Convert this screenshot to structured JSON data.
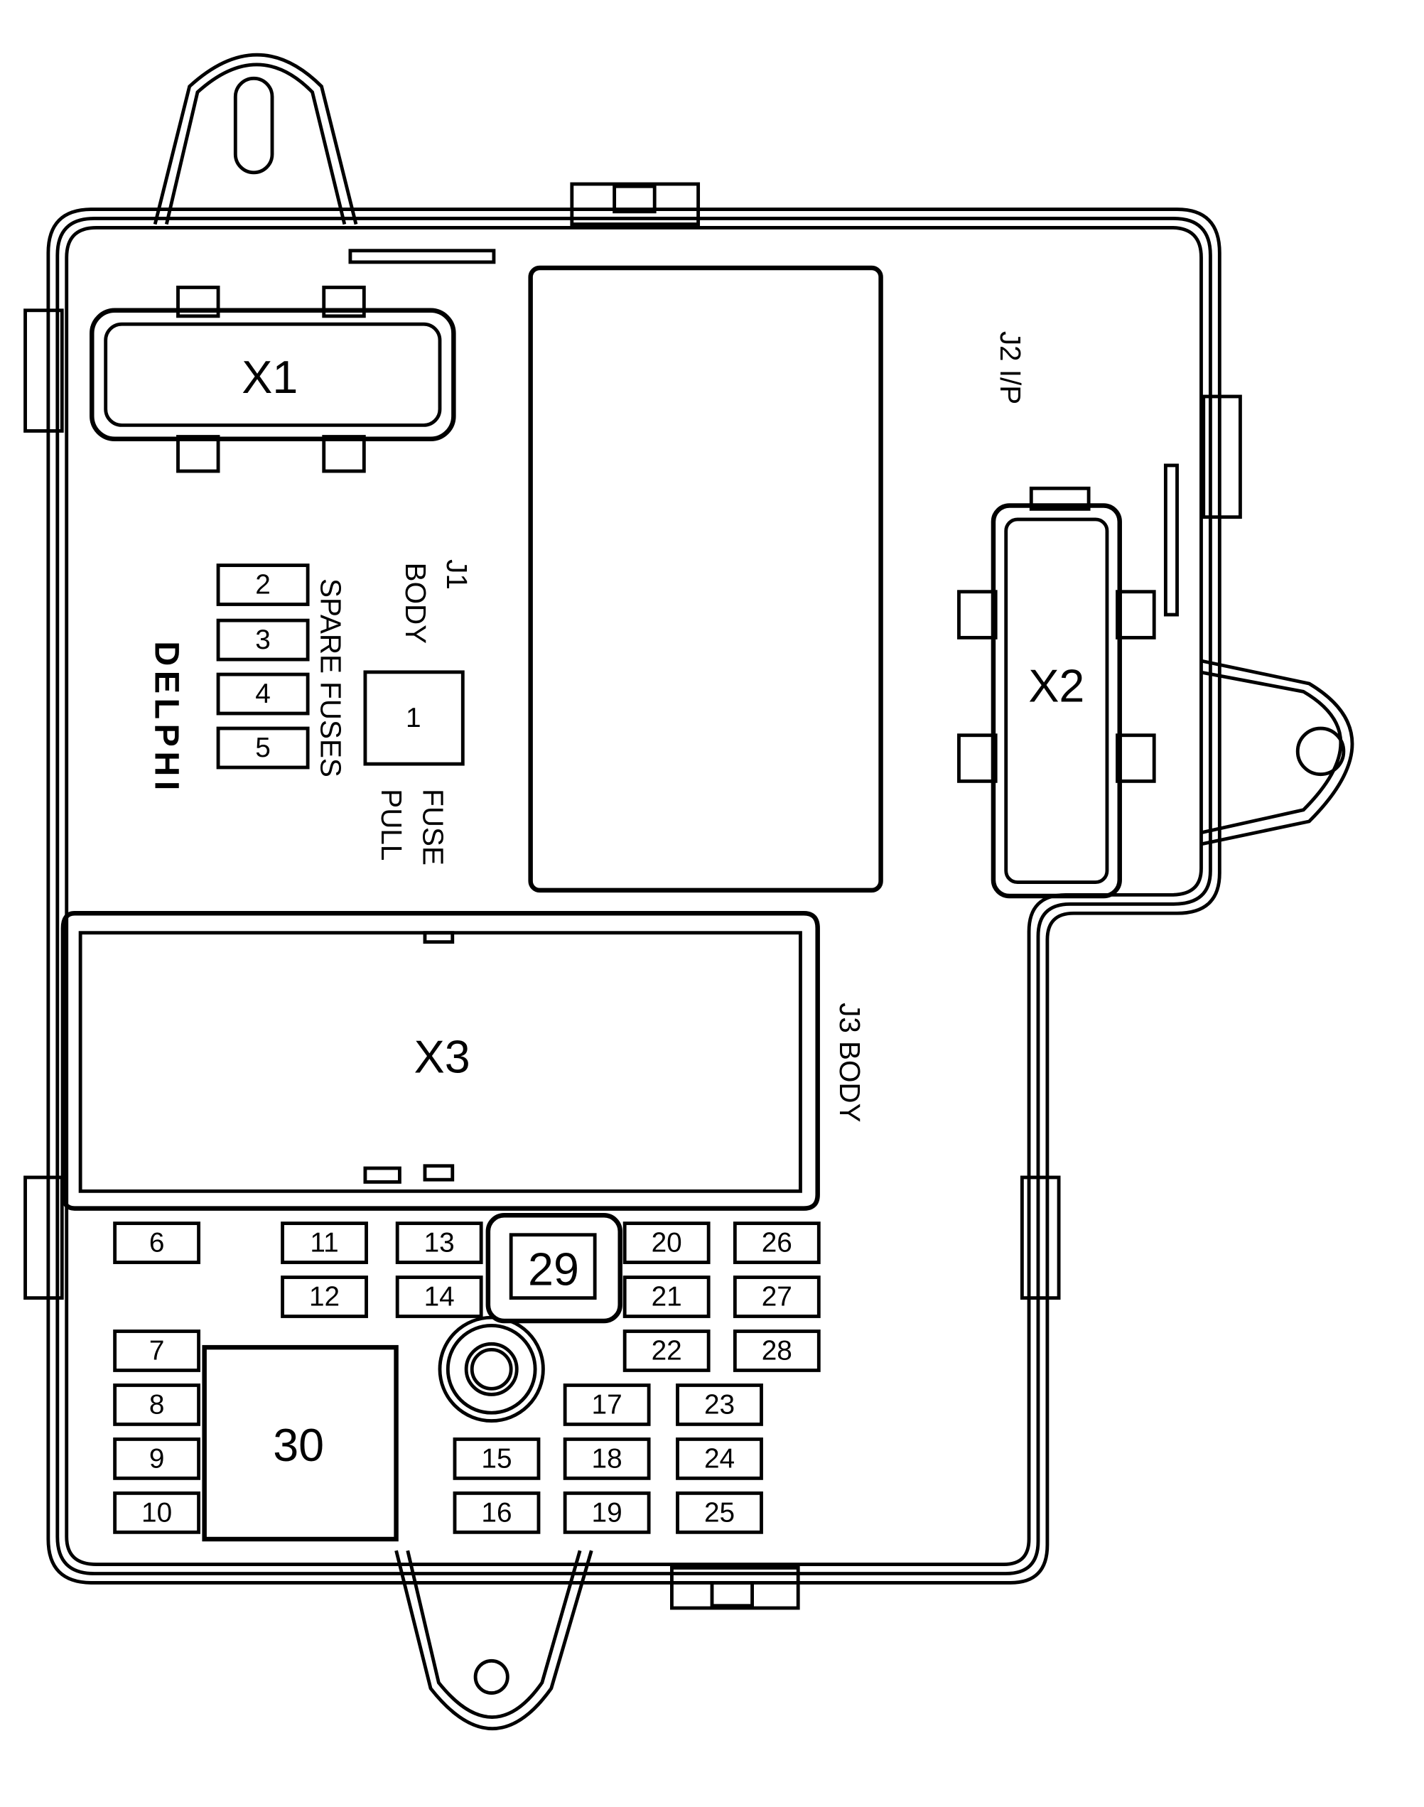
{
  "connectors": {
    "x1": "X1",
    "x2": "X2",
    "x3": "X3"
  },
  "labels": {
    "j2": "J2  I/P",
    "j1_line1": "J1",
    "j1_line2": "BODY",
    "spare_fuses": "SPARE FUSES",
    "fuse_pull_line1": "FUSE",
    "fuse_pull_line2": "PULL",
    "j3": "J3  BODY",
    "logo": "DELPHI"
  },
  "fuses": [
    "1",
    "2",
    "3",
    "4",
    "5",
    "6",
    "7",
    "8",
    "9",
    "10",
    "11",
    "12",
    "13",
    "14",
    "15",
    "16",
    "17",
    "18",
    "19",
    "20",
    "21",
    "22",
    "23",
    "24",
    "25",
    "26",
    "27",
    "28",
    "29",
    "30"
  ]
}
